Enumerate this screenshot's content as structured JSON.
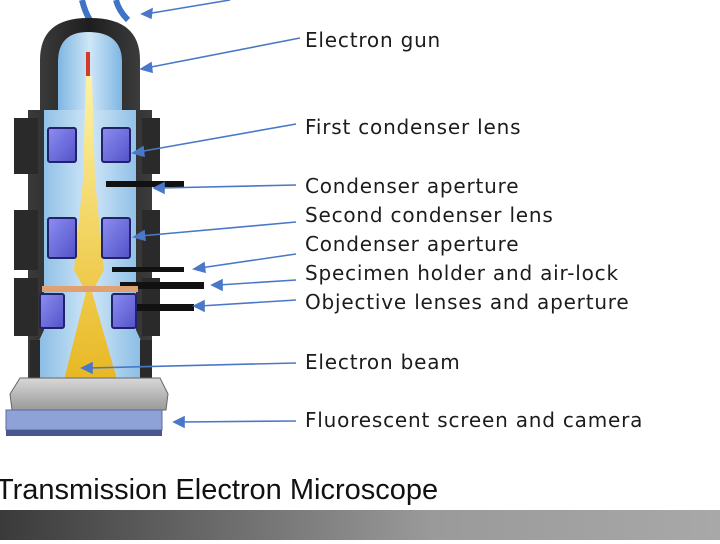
{
  "title": "Transmission Electron Microscope",
  "labels": {
    "electron_gun": "Electron gun",
    "first_condenser_lens": "First condenser lens",
    "condenser_aperture_1": "Condenser  aperture",
    "second_condenser_lens": "Second condenser lens",
    "condenser_aperture_2": "Condenser aperture",
    "specimen_holder": "Specimen holder and air-lock",
    "objective_lenses": "Objective lenses and aperture",
    "electron_beam": "Electron beam",
    "fluorescent_screen": "Fluorescent  screen  and camera"
  },
  "colors": {
    "column_body": "#2a2a2a",
    "column_inner": "#9fcdec",
    "lens": "#6c6ce0",
    "beam": "#f2c61a",
    "arrow": "#4a78c8",
    "screen": "#8ea2d8"
  }
}
